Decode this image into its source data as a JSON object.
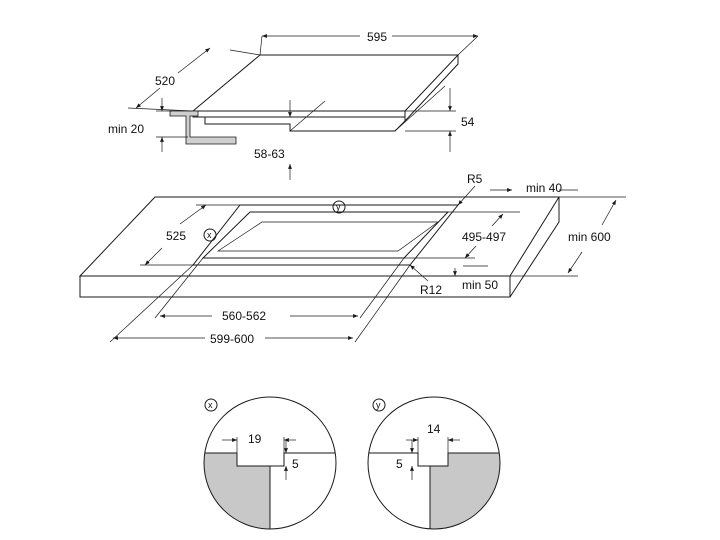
{
  "hob": {
    "width": "595",
    "depth": "520",
    "height": "54",
    "clearance": "min 20",
    "cutout_depth": "58-63"
  },
  "worktop": {
    "corner_radius_top": "R5",
    "back_clearance": "min 40",
    "side_clearance": "min 600",
    "cutout_depth": "525",
    "cutout_depth_alt": "495-497",
    "corner_radius_bottom": "R12",
    "front_clearance": "min 50",
    "cutout_width": "560-562",
    "total_width": "599-600",
    "marker_x": "x",
    "marker_y": "y"
  },
  "detail_x": {
    "marker": "x",
    "width": "19",
    "height": "5"
  },
  "detail_y": {
    "marker": "y",
    "width": "14",
    "height": "5"
  },
  "colors": {
    "line": "#1a1a1a",
    "fill_gray": "#c8c8c8",
    "bracket_gray": "#cfcfcf"
  }
}
